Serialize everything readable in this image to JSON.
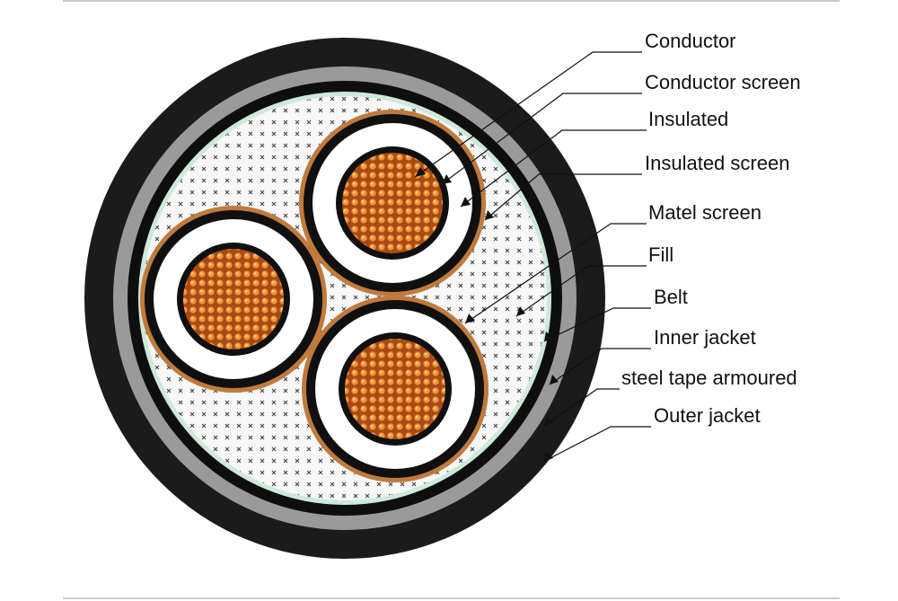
{
  "diagram": {
    "labels": [
      {
        "id": "conductor",
        "text": "Conductor"
      },
      {
        "id": "conductor-screen",
        "text": "Conductor screen"
      },
      {
        "id": "insulated",
        "text": "Insulated"
      },
      {
        "id": "insulated-screen",
        "text": "Insulated screen"
      },
      {
        "id": "matel-screen",
        "text": "Matel screen"
      },
      {
        "id": "fill",
        "text": "Fill"
      },
      {
        "id": "belt",
        "text": "Belt"
      },
      {
        "id": "inner-jacket",
        "text": "Inner jacket"
      },
      {
        "id": "steel-tape",
        "text": "steel tape armoured"
      },
      {
        "id": "outer-jacket",
        "text": "Outer jacket"
      }
    ],
    "colors": {
      "outer_jacket": "#1b1b1b",
      "steel_tape": "#9a9a9a",
      "inner_jacket": "#0e0e0e",
      "belt": "#cfe9d8",
      "fill": "#f7f7f7",
      "copper": "#b4541c",
      "copper_strand": "#f29a3c",
      "metal_screen": "#c07a3c",
      "insulation": "#ffffff",
      "screen_black": "#101010"
    }
  }
}
